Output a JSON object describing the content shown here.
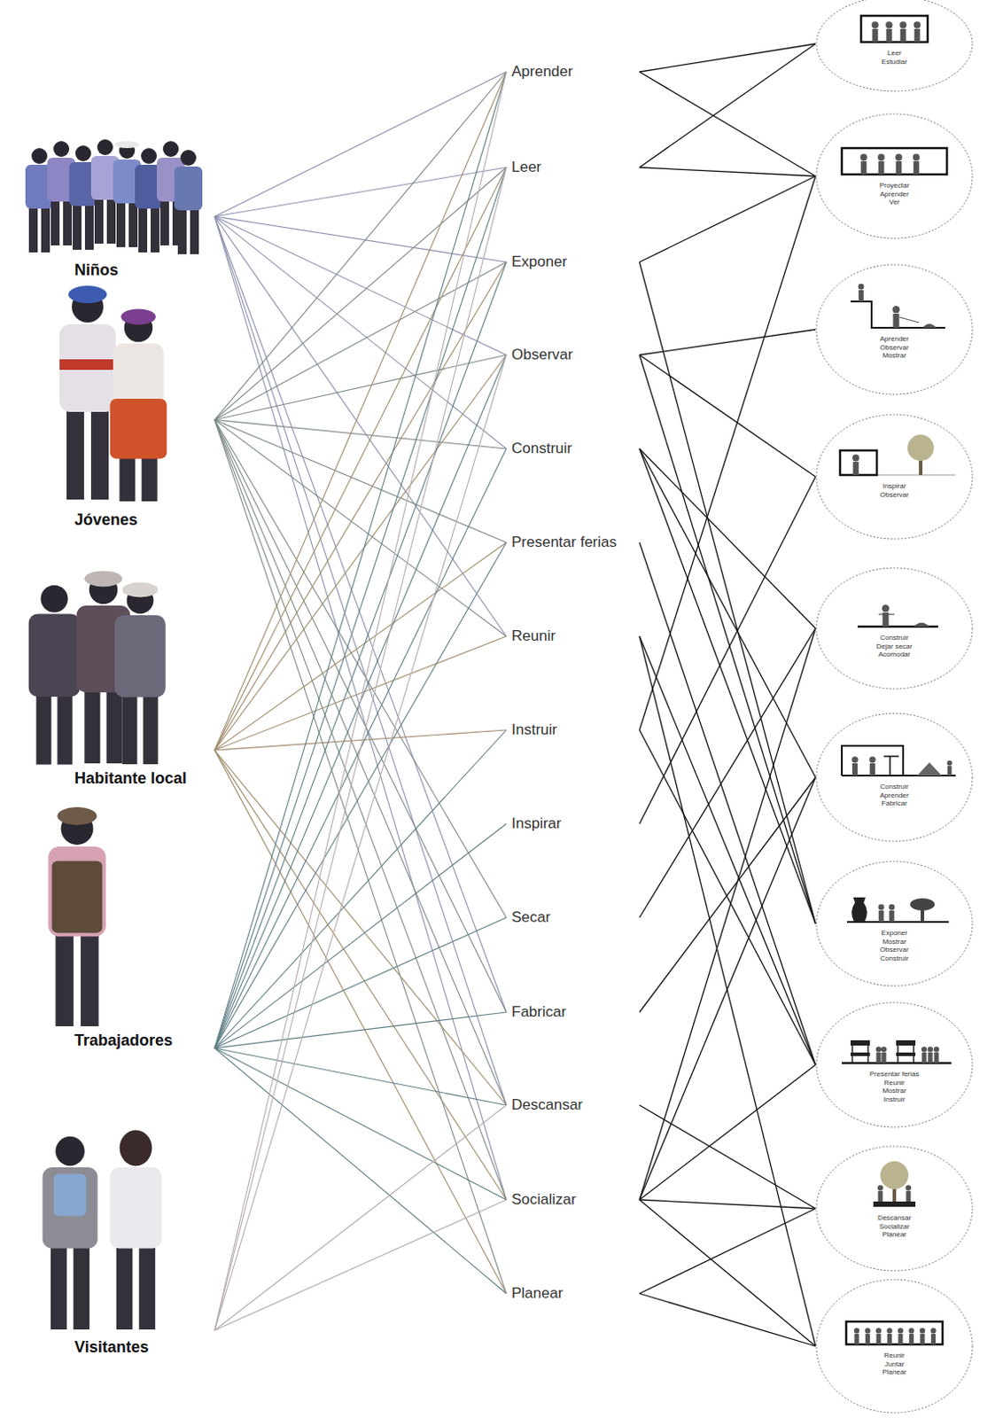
{
  "diagram": {
    "nodes": [
      {
        "text": [
          "Niños"
        ]
      },
      {
        "text": [
          "Jóvenes"
        ]
      },
      {
        "text": [
          "Habitante local"
        ]
      },
      {
        "text": [
          "Trabajadores"
        ]
      },
      {
        "text": [
          "Visitantes"
        ]
      },
      {
        "text": [
          "Aprender"
        ]
      },
      {
        "text": [
          "Leer"
        ]
      },
      {
        "text": [
          "Exponer"
        ]
      },
      {
        "text": [
          "Observar"
        ]
      },
      {
        "text": [
          "Construir"
        ]
      },
      {
        "text": [
          "Presentar ferias"
        ]
      },
      {
        "text": [
          "Reunir"
        ]
      },
      {
        "text": [
          "Instruir"
        ]
      },
      {
        "text": [
          "Inspirar"
        ]
      },
      {
        "text": [
          "Secar"
        ]
      },
      {
        "text": [
          "Fabricar"
        ]
      },
      {
        "text": [
          "Descansar"
        ]
      },
      {
        "text": [
          "Socializar"
        ]
      },
      {
        "text": [
          "Planear"
        ]
      },
      {
        "text": [
          "Leer",
          "Estudiar"
        ]
      },
      {
        "text": [
          "Proyectar",
          "Aprender",
          "Ver"
        ]
      },
      {
        "text": [
          "Aprender",
          "Observar",
          "Mostrar"
        ]
      },
      {
        "text": [
          "Inspirar",
          "Observar"
        ]
      },
      {
        "text": [
          "Construir",
          "Dejar secar",
          "Acomodar"
        ]
      },
      {
        "text": [
          "Construir",
          "Aprender",
          "Fabricar"
        ]
      },
      {
        "text": [
          "Exponer",
          "Mostrar",
          "Observar",
          "Construir"
        ]
      },
      {
        "text": [
          "Presentar ferias",
          "Reunir",
          "Mostrar",
          "Instruir"
        ]
      },
      {
        "text": [
          "Descansar",
          "Socializar",
          "Planear"
        ]
      },
      {
        "text": [
          "Reunir",
          "Juntar",
          "Planear"
        ]
      }
    ],
    "edges": [
      {
        "from": 0,
        "to": 5,
        "arrow": "none"
      },
      {
        "from": 0,
        "to": 6,
        "arrow": "none"
      },
      {
        "from": 0,
        "to": 7,
        "arrow": "none"
      },
      {
        "from": 0,
        "to": 8,
        "arrow": "none"
      },
      {
        "from": 0,
        "to": 9,
        "arrow": "none"
      },
      {
        "from": 0,
        "to": 11,
        "arrow": "none"
      },
      {
        "from": 0,
        "to": 15,
        "arrow": "none"
      },
      {
        "from": 0,
        "to": 16,
        "arrow": "none"
      },
      {
        "from": 0,
        "to": 17,
        "arrow": "none"
      },
      {
        "from": 1,
        "to": 5,
        "arrow": "none"
      },
      {
        "from": 1,
        "to": 6,
        "arrow": "none"
      },
      {
        "from": 1,
        "to": 7,
        "arrow": "none"
      },
      {
        "from": 1,
        "to": 8,
        "arrow": "none"
      },
      {
        "from": 1,
        "to": 9,
        "arrow": "none"
      },
      {
        "from": 1,
        "to": 10,
        "arrow": "none"
      },
      {
        "from": 1,
        "to": 11,
        "arrow": "none"
      },
      {
        "from": 1,
        "to": 14,
        "arrow": "none"
      },
      {
        "from": 1,
        "to": 15,
        "arrow": "none"
      },
      {
        "from": 1,
        "to": 16,
        "arrow": "none"
      },
      {
        "from": 1,
        "to": 17,
        "arrow": "none"
      },
      {
        "from": 1,
        "to": 18,
        "arrow": "none"
      },
      {
        "from": 2,
        "to": 5,
        "arrow": "none"
      },
      {
        "from": 2,
        "to": 6,
        "arrow": "none"
      },
      {
        "from": 2,
        "to": 7,
        "arrow": "none"
      },
      {
        "from": 2,
        "to": 8,
        "arrow": "none"
      },
      {
        "from": 2,
        "to": 10,
        "arrow": "none"
      },
      {
        "from": 2,
        "to": 11,
        "arrow": "none"
      },
      {
        "from": 2,
        "to": 12,
        "arrow": "none"
      },
      {
        "from": 2,
        "to": 16,
        "arrow": "none"
      },
      {
        "from": 2,
        "to": 17,
        "arrow": "none"
      },
      {
        "from": 2,
        "to": 18,
        "arrow": "none"
      },
      {
        "from": 3,
        "to": 5,
        "arrow": "none"
      },
      {
        "from": 3,
        "to": 6,
        "arrow": "none"
      },
      {
        "from": 3,
        "to": 7,
        "arrow": "none"
      },
      {
        "from": 3,
        "to": 8,
        "arrow": "none"
      },
      {
        "from": 3,
        "to": 9,
        "arrow": "none"
      },
      {
        "from": 3,
        "to": 10,
        "arrow": "none"
      },
      {
        "from": 3,
        "to": 12,
        "arrow": "none"
      },
      {
        "from": 3,
        "to": 13,
        "arrow": "none"
      },
      {
        "from": 3,
        "to": 14,
        "arrow": "none"
      },
      {
        "from": 3,
        "to": 15,
        "arrow": "none"
      },
      {
        "from": 3,
        "to": 16,
        "arrow": "none"
      },
      {
        "from": 3,
        "to": 17,
        "arrow": "none"
      },
      {
        "from": 3,
        "to": 18,
        "arrow": "none"
      },
      {
        "from": 4,
        "to": 5,
        "arrow": "none"
      },
      {
        "from": 4,
        "to": 6,
        "arrow": "none"
      },
      {
        "from": 4,
        "to": 8,
        "arrow": "none"
      },
      {
        "from": 4,
        "to": 16,
        "arrow": "none"
      },
      {
        "from": 4,
        "to": 17,
        "arrow": "none"
      },
      {
        "from": 5,
        "to": 19,
        "arrow": "none"
      },
      {
        "from": 5,
        "to": 20,
        "arrow": "none"
      },
      {
        "from": 6,
        "to": 19,
        "arrow": "none"
      },
      {
        "from": 6,
        "to": 20,
        "arrow": "none"
      },
      {
        "from": 7,
        "to": 20,
        "arrow": "none"
      },
      {
        "from": 7,
        "to": 25,
        "arrow": "none"
      },
      {
        "from": 8,
        "to": 21,
        "arrow": "none"
      },
      {
        "from": 8,
        "to": 22,
        "arrow": "none"
      },
      {
        "from": 8,
        "to": 25,
        "arrow": "none"
      },
      {
        "from": 9,
        "to": 23,
        "arrow": "none"
      },
      {
        "from": 9,
        "to": 24,
        "arrow": "none"
      },
      {
        "from": 9,
        "to": 25,
        "arrow": "none"
      },
      {
        "from": 10,
        "to": 26,
        "arrow": "none"
      },
      {
        "from": 11,
        "to": 26,
        "arrow": "none"
      },
      {
        "from": 11,
        "to": 28,
        "arrow": "none"
      },
      {
        "from": 12,
        "to": 20,
        "arrow": "none"
      },
      {
        "from": 12,
        "to": 26,
        "arrow": "none"
      },
      {
        "from": 13,
        "to": 22,
        "arrow": "none"
      },
      {
        "from": 14,
        "to": 23,
        "arrow": "none"
      },
      {
        "from": 15,
        "to": 24,
        "arrow": "none"
      },
      {
        "from": 16,
        "to": 27,
        "arrow": "none"
      },
      {
        "from": 17,
        "to": 23,
        "arrow": "none"
      },
      {
        "from": 17,
        "to": 24,
        "arrow": "none"
      },
      {
        "from": 17,
        "to": 26,
        "arrow": "none"
      },
      {
        "from": 17,
        "to": 27,
        "arrow": "none"
      },
      {
        "from": 17,
        "to": 28,
        "arrow": "none"
      },
      {
        "from": 18,
        "to": 27,
        "arrow": "none"
      },
      {
        "from": 18,
        "to": 28,
        "arrow": "none"
      }
    ]
  }
}
